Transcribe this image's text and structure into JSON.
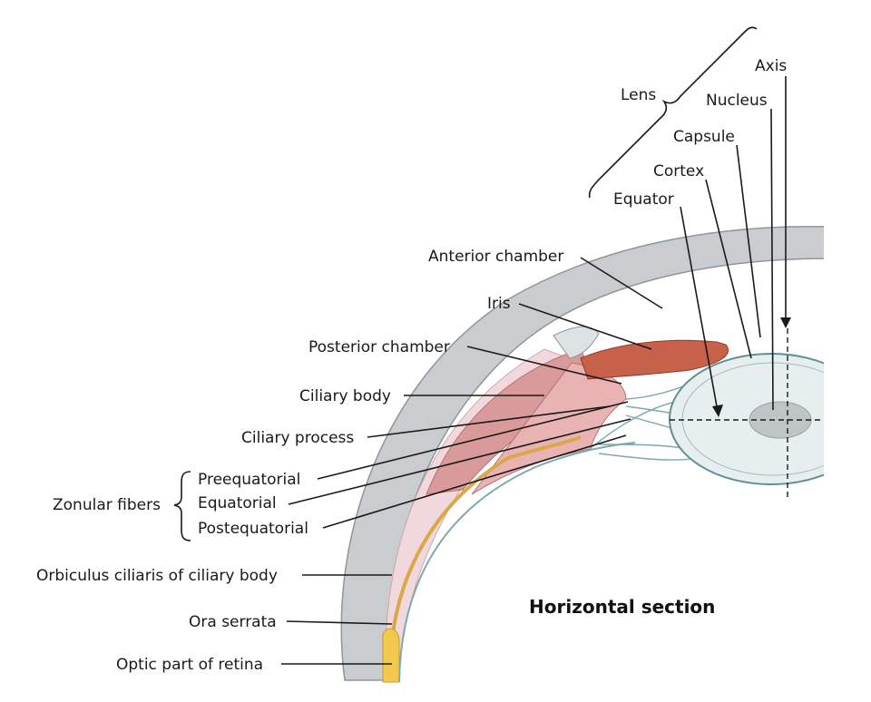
{
  "title": "Horizontal section",
  "labels": {
    "lens": "Lens",
    "axis": "Axis",
    "nucleus": "Nucleus",
    "capsule": "Capsule",
    "cortex": "Cortex",
    "equator": "Equator",
    "anterior_chamber": "Anterior chamber",
    "iris": "Iris",
    "posterior_chamber": "Posterior chamber",
    "ciliary_body": "Ciliary body",
    "ciliary_process": "Ciliary process",
    "zonular_fibers": "Zonular fibers",
    "preequatorial": "Preequatorial",
    "equatorial": "Equatorial",
    "postequatorial": "Postequatorial",
    "orbiculus_ciliaris": "Orbiculus ciliaris of ciliary body",
    "ora_serrata": "Ora serrata",
    "optic_part_retina": "Optic part of retina"
  },
  "colors": {
    "sclera": "#c9cdd0",
    "ciliary_muscle": "#d89a9a",
    "choroid": "#f0d8dc",
    "retina_pigment": "#d8a84a",
    "retina_yellow": "#f2c94c",
    "iris": "#c8614a",
    "lens": "#e6eeee",
    "nucleus": "#bfc4c6",
    "fibers": "#7fa9b0"
  }
}
